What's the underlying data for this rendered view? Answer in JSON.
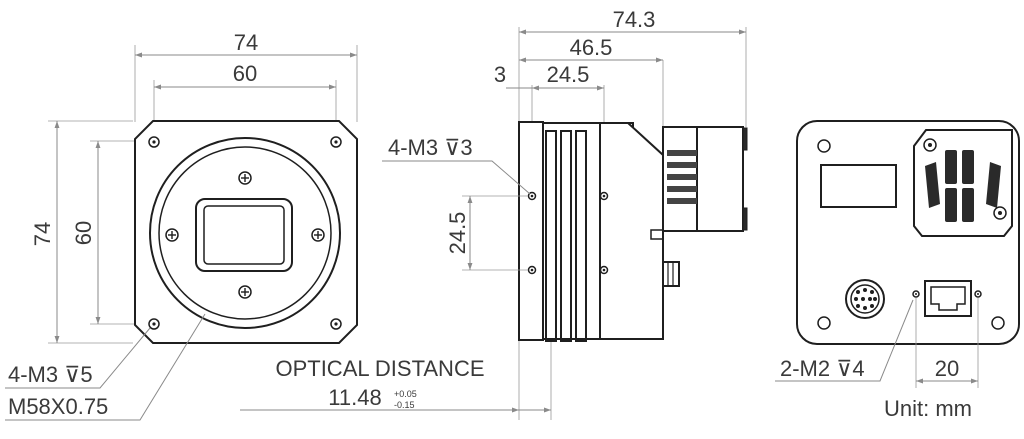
{
  "front_view": {
    "width_outer": "74",
    "width_inner": "60",
    "height_outer": "74",
    "height_inner": "60",
    "hole_callout": "4-M3 ⊽5",
    "mount_callout": "M58X0.75"
  },
  "side_view": {
    "length_total": "74.3",
    "length_mid": "46.5",
    "offset_small": "3",
    "fin_span": "24.5",
    "hole_callout": "4-M3 ⊽3",
    "hole_spacing_vertical": "24.5",
    "optical_distance_label": "OPTICAL DISTANCE",
    "optical_distance_value": "11.48",
    "tolerance_upper": "+0.05",
    "tolerance_lower": "-0.15"
  },
  "rear_view": {
    "hole_callout": "2-M2 ⊽4",
    "hole_spacing": "20",
    "unit_note": "Unit: mm"
  }
}
